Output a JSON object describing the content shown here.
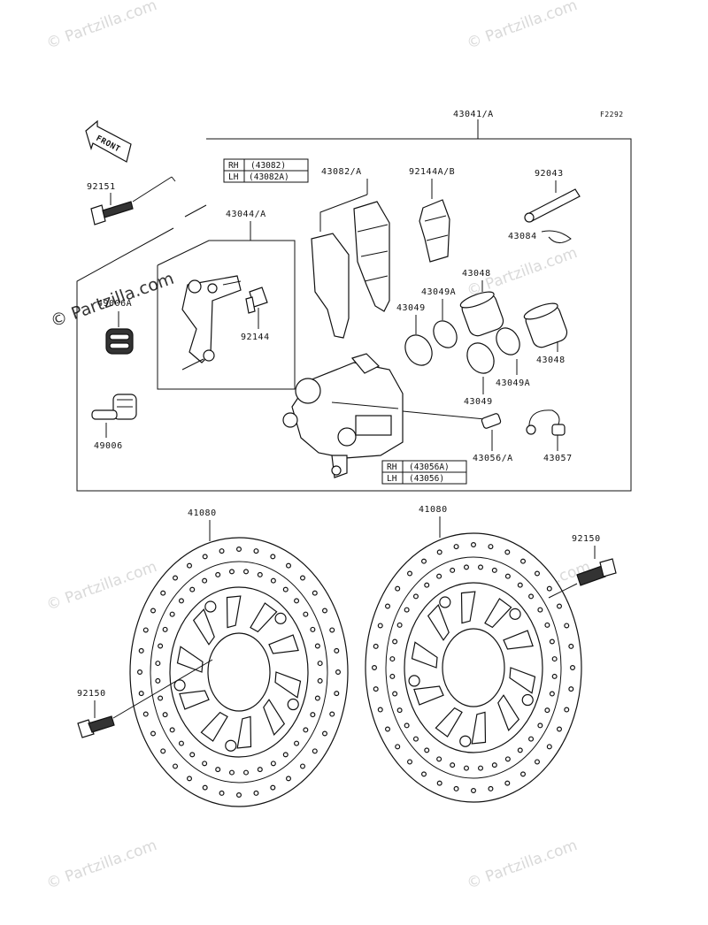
{
  "figure_code": "F2292",
  "watermark": "© Partzilla.com",
  "front_arrow": "FRONT",
  "labels": {
    "p43041A": "43041/A",
    "p43082A": "43082/A",
    "p92144AB": "92144A/B",
    "p92043": "92043",
    "p43084": "43084",
    "p92151": "92151",
    "p43044A": "43044/A",
    "p49006A": "49006A",
    "p92144": "92144",
    "p49006": "49006",
    "p43048a": "43048",
    "p43049Aa": "43049A",
    "p43049a": "43049",
    "p43048b": "43048",
    "p43049Ab": "43049A",
    "p43049b": "43049",
    "p43056A": "43056/A",
    "p43057": "43057",
    "p41080L": "41080",
    "p41080R": "41080",
    "p92150R": "92150",
    "p92150L": "92150"
  },
  "table_pads": {
    "rh": "RH",
    "rh_val": "(43082)",
    "lh": "LH",
    "lh_val": "(43082A)"
  },
  "table_caliper": {
    "rh": "RH",
    "rh_val": "(43056A)",
    "lh": "LH",
    "lh_val": "(43056)"
  }
}
